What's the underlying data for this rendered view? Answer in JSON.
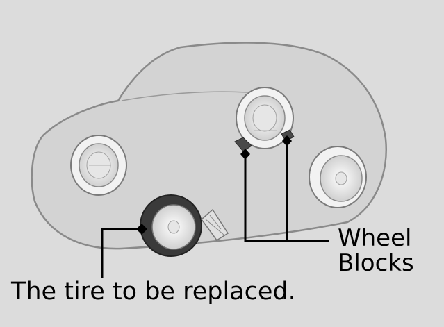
{
  "labels": {
    "wheel_blocks_line1": "Wheel",
    "wheel_blocks_line2": "Blocks",
    "tire_to_replace": "The tire to be replaced."
  },
  "colors": {
    "background": "#dcdcdc",
    "car_body": "#d2d2d2",
    "outline": "#8a8a8a",
    "tire_dark": "#3a3a3a",
    "leader_line": "#000000"
  }
}
